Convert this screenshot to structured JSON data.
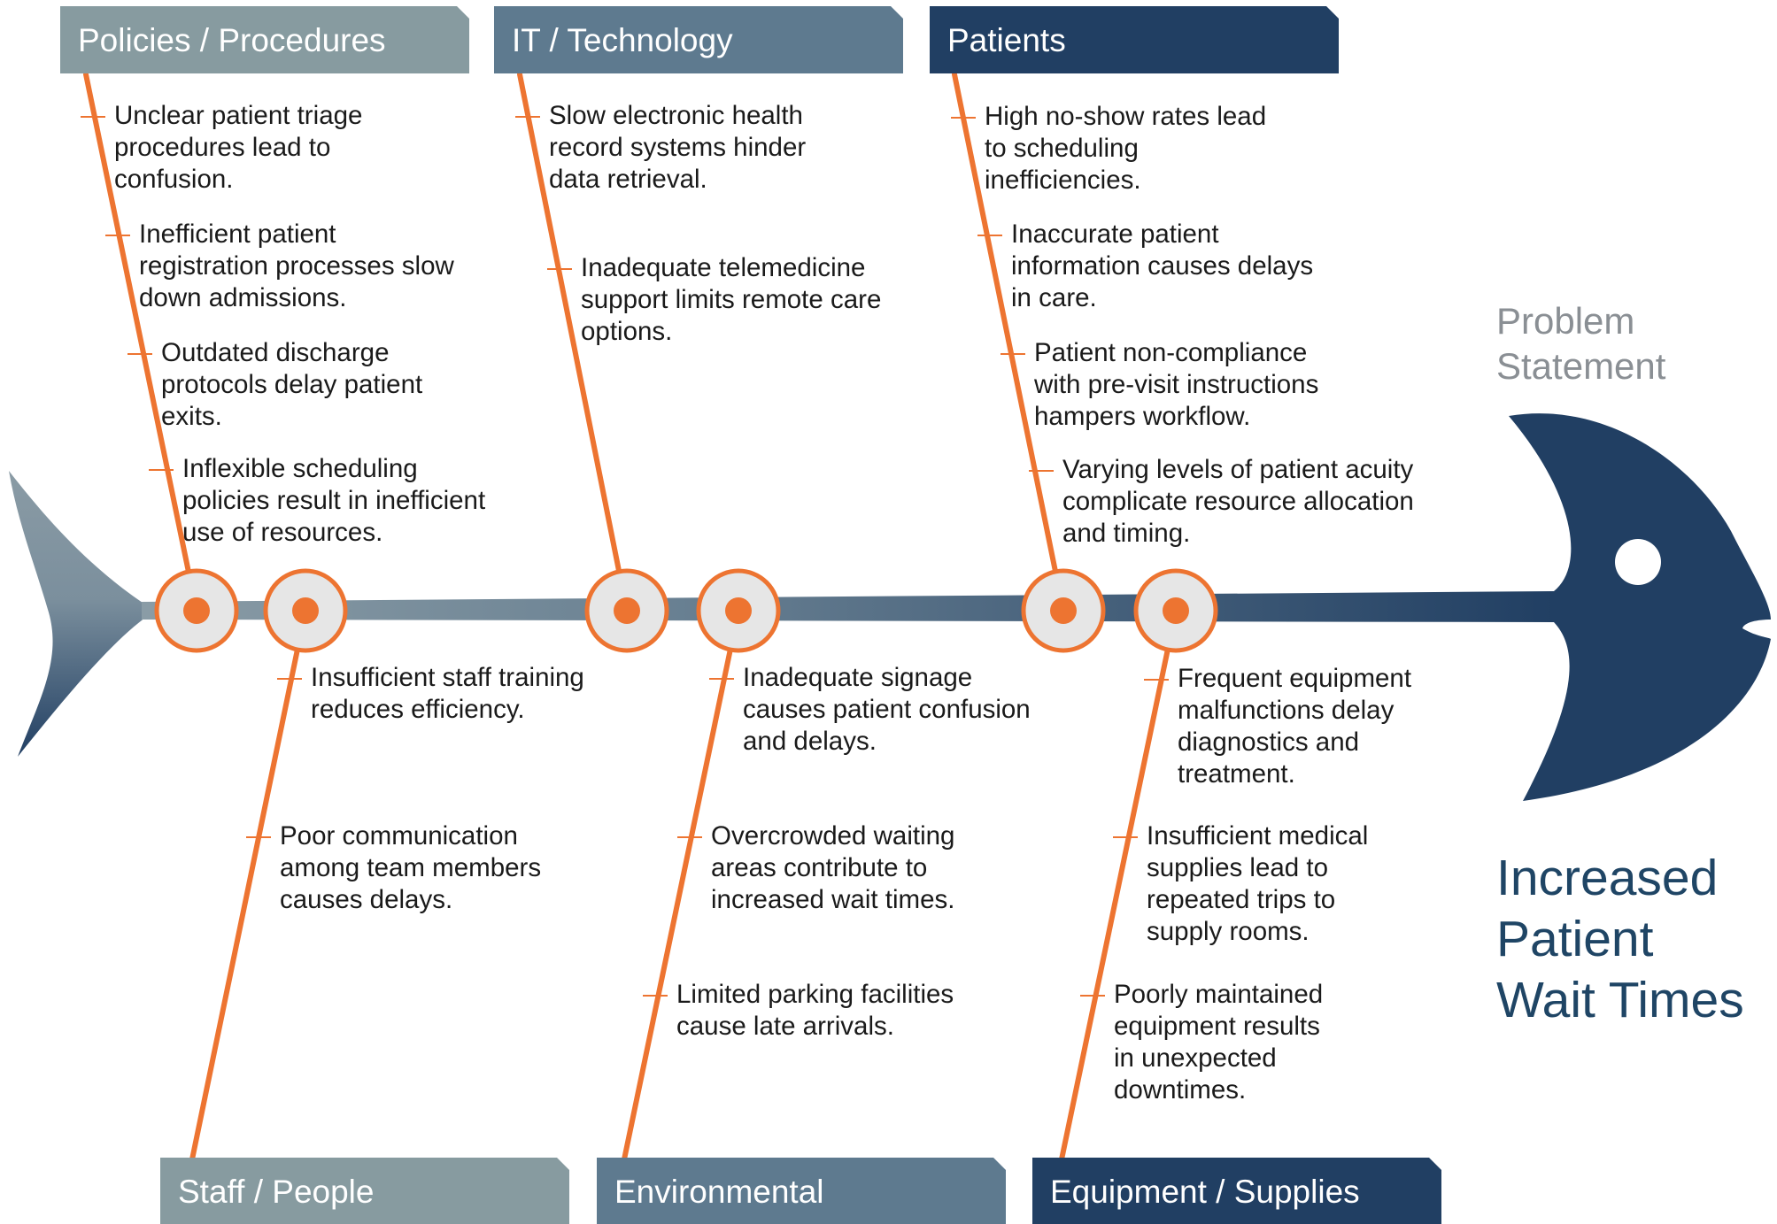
{
  "colors": {
    "bone": "#ed7431",
    "spine_start": "#8a9aa4",
    "spine_end": "#213f63",
    "fish": "#213f63",
    "node_fill": "#e6e6e6",
    "banner_gray": "#879ba0",
    "banner_slate": "#5e7a8f",
    "banner_navy": "#213f63",
    "title": "#1f4565",
    "label": "#8a8f94"
  },
  "problem": {
    "label": [
      "Problem",
      "Statement"
    ],
    "title": [
      "Increased",
      "Patient",
      "Wait Times"
    ]
  },
  "categories": [
    {
      "name": "Policies / Procedures",
      "position": "top",
      "tone": "gray",
      "causes": [
        [
          "Unclear patient triage",
          "procedures lead to",
          "confusion."
        ],
        [
          "Inefficient patient",
          "registration processes slow",
          "down admissions."
        ],
        [
          "Outdated discharge",
          "protocols delay patient",
          "exits."
        ],
        [
          "Inflexible scheduling",
          "policies result in inefficient",
          "use of resources."
        ]
      ]
    },
    {
      "name": "IT / Technology",
      "position": "top",
      "tone": "slate",
      "causes": [
        [
          "Slow electronic health",
          "record systems hinder",
          "data retrieval."
        ],
        [
          "Inadequate telemedicine",
          "support limits remote care",
          "options."
        ]
      ]
    },
    {
      "name": "Patients",
      "position": "top",
      "tone": "navy",
      "causes": [
        [
          "High no-show rates lead",
          "to scheduling",
          "inefficiencies."
        ],
        [
          "Inaccurate patient",
          "information causes delays",
          "in care."
        ],
        [
          "Patient non-compliance",
          "with pre-visit instructions",
          "hampers workflow."
        ],
        [
          "Varying levels of patient acuity",
          "complicate resource allocation",
          "and timing."
        ]
      ]
    },
    {
      "name": "Staff / People",
      "position": "bottom",
      "tone": "gray",
      "causes": [
        [
          "Insufficient staff training",
          "reduces efficiency."
        ],
        [
          "Poor communication",
          "among team members",
          "causes delays."
        ]
      ]
    },
    {
      "name": "Environmental",
      "position": "bottom",
      "tone": "slate",
      "causes": [
        [
          "Inadequate signage",
          "causes patient confusion",
          "and delays."
        ],
        [
          "Overcrowded waiting",
          "areas contribute to",
          "increased wait times."
        ],
        [
          "Limited parking facilities",
          "cause late arrivals."
        ]
      ]
    },
    {
      "name": "Equipment / Supplies",
      "position": "bottom",
      "tone": "navy",
      "causes": [
        [
          "Frequent equipment",
          "malfunctions delay",
          "diagnostics and",
          "treatment."
        ],
        [
          "Insufficient medical",
          "supplies lead to",
          "repeated trips to",
          "supply rooms."
        ],
        [
          "Poorly maintained",
          "equipment results",
          "in unexpected",
          "downtimes."
        ]
      ]
    }
  ]
}
